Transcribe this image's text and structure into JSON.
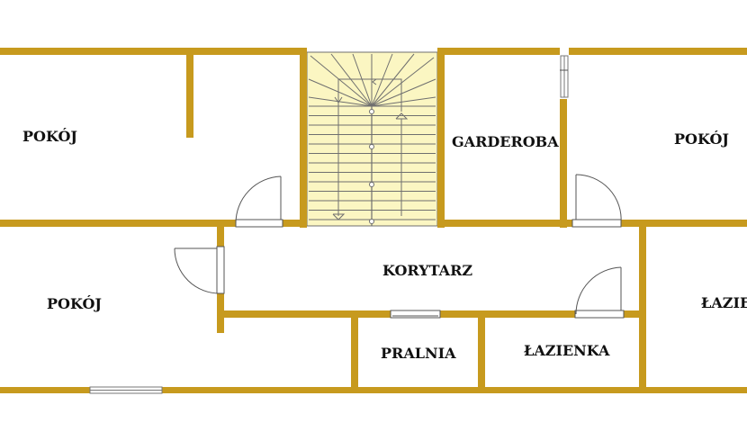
{
  "colors": {
    "wall": "#c79a1e",
    "stairs_fill": "#fbf6c2",
    "stairs_line": "#6f6f6f",
    "door": "#555555",
    "background": "#ffffff"
  },
  "rooms": {
    "pokoj_top_left": "POKÓJ",
    "garderoba": "GARDEROBA",
    "pokoj_top_right": "POKÓJ",
    "korytarz": "KORYTARZ",
    "pokoj_bottom_left": "POKÓJ",
    "lazienka_right": "ŁAZIE",
    "pralnia": "PRALNIA",
    "lazienka": "ŁAZIENKA"
  }
}
